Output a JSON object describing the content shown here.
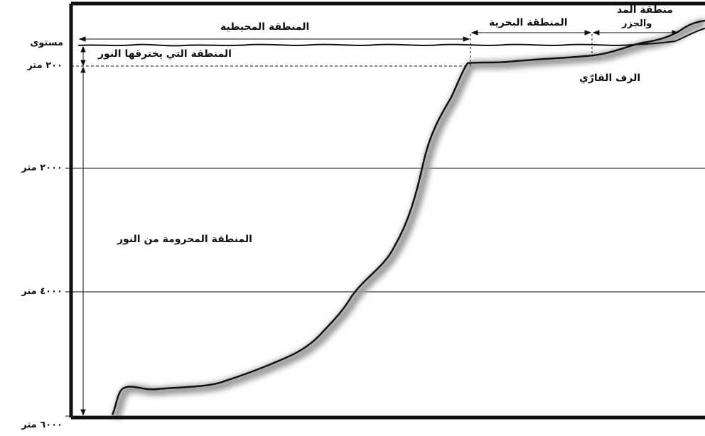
{
  "depth_axis": {
    "surface": "مستوى",
    "d200": "٢٠٠ متر",
    "d2000": "٢٠٠٠ متر",
    "d4000": "٤٠٠٠ متر",
    "d6000": "٦٠٠٠ متر"
  },
  "zones": {
    "oceanic": "المنطقة المحيطية",
    "neritic": "المنطقة البحرية",
    "intertidal_line1": "منطقة المد",
    "intertidal_line2": "والجزر",
    "photic": "المنطقة التي يخترقها النور",
    "aphotic": "المنطقة المحرومة من النور",
    "continental_shelf": "الرف القارّي"
  },
  "colors": {
    "ink": "#111111",
    "background": "#ffffff",
    "shadow": "#9a9a9a"
  }
}
